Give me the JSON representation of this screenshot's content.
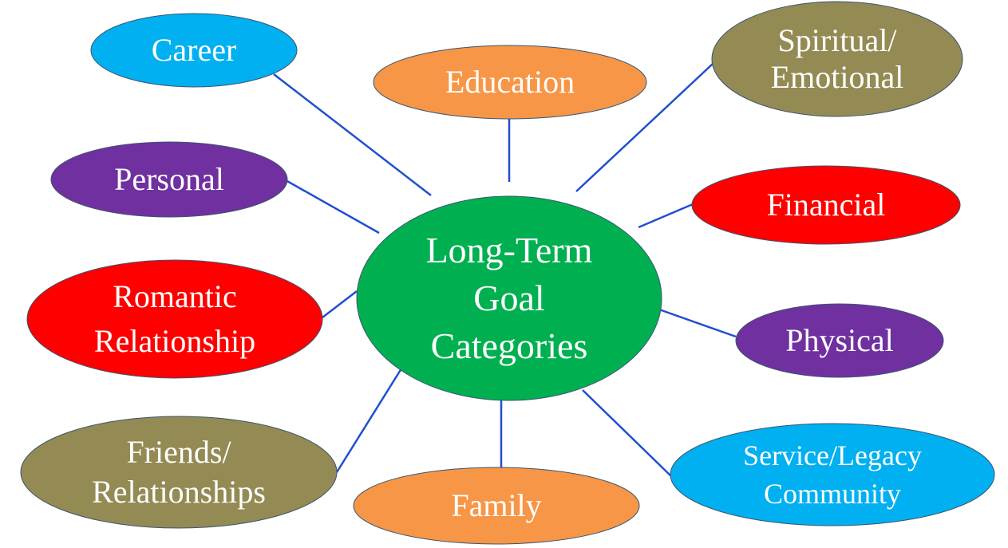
{
  "diagram": {
    "center": {
      "lines": [
        "Long-Term",
        "Goal",
        "Categories"
      ],
      "color": "#00B050"
    },
    "nodes": [
      {
        "id": "career",
        "lines": [
          "Career"
        ],
        "color": "#00B0F0"
      },
      {
        "id": "education",
        "lines": [
          "Education"
        ],
        "color": "#F79646"
      },
      {
        "id": "spiritual",
        "lines": [
          "Spiritual/",
          "Emotional"
        ],
        "color": "#948A54"
      },
      {
        "id": "personal",
        "lines": [
          "Personal"
        ],
        "color": "#7030A0"
      },
      {
        "id": "financial",
        "lines": [
          "Financial"
        ],
        "color": "#FF0000"
      },
      {
        "id": "romantic",
        "lines": [
          "Romantic",
          "Relationship"
        ],
        "color": "#FF0000"
      },
      {
        "id": "physical",
        "lines": [
          "Physical"
        ],
        "color": "#7030A0"
      },
      {
        "id": "friends",
        "lines": [
          "Friends/",
          "Relationships"
        ],
        "color": "#948A54"
      },
      {
        "id": "family",
        "lines": [
          "Family"
        ],
        "color": "#F79646"
      },
      {
        "id": "service",
        "lines": [
          "Service/Legacy",
          "Community"
        ],
        "color": "#00B0F0"
      }
    ],
    "connector_color": "#1F4FD0"
  }
}
